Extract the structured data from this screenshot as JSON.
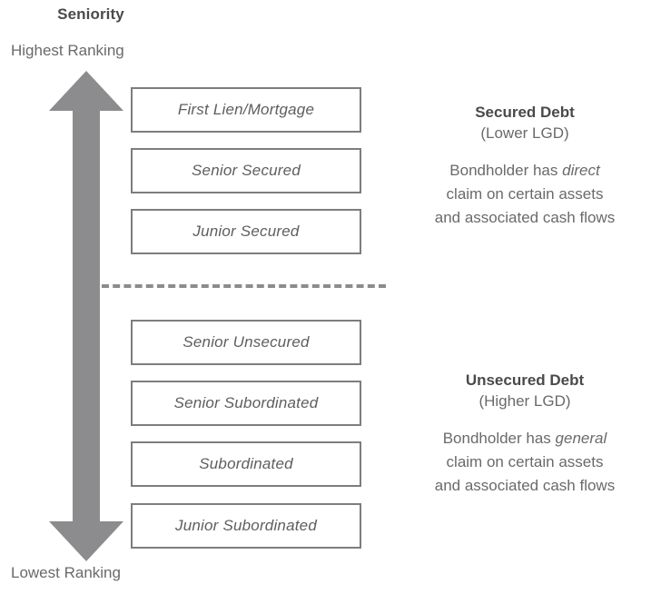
{
  "axis": {
    "title": "Seniority",
    "top_label": "Highest Ranking",
    "bottom_label": "Lowest Ranking",
    "arrow_icon": "double-headed-vertical-arrow-icon",
    "arrow_color": "#8c8c8e"
  },
  "divider": {
    "style": "dashed",
    "color": "#8c8c8e"
  },
  "ranks": [
    {
      "label": "First Lien/Mortgage",
      "group": "secured"
    },
    {
      "label": "Senior Secured",
      "group": "secured"
    },
    {
      "label": "Junior Secured",
      "group": "secured"
    },
    {
      "label": "Senior Unsecured",
      "group": "unsecured"
    },
    {
      "label": "Senior Subordinated",
      "group": "unsecured"
    },
    {
      "label": "Subordinated",
      "group": "unsecured"
    },
    {
      "label": "Junior Subordinated",
      "group": "unsecured"
    }
  ],
  "annotations": {
    "secured": {
      "title": "Secured Debt",
      "subtitle": "(Lower LGD)",
      "body_line1_prefix": "Bondholder has ",
      "body_line1_emphasis": "direct",
      "body_line2": "claim on certain assets",
      "body_line3": "and associated cash flows"
    },
    "unsecured": {
      "title": "Unsecured Debt",
      "subtitle": "(Higher LGD)",
      "body_line1_prefix": "Bondholder has ",
      "body_line1_emphasis": "general",
      "body_line2": "claim on certain assets",
      "body_line3": "and associated cash flows"
    }
  },
  "colors": {
    "box_border": "#7d7d7f",
    "box_text": "#5e5e60",
    "heading_text": "#4a4a4c",
    "body_text": "#6a6a6c",
    "background": "#ffffff"
  }
}
